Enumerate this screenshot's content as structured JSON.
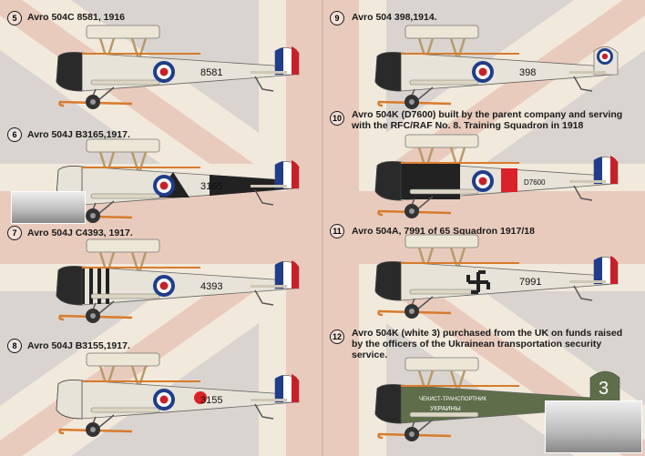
{
  "colors": {
    "roundel_blue": "#1f3d8a",
    "roundel_red": "#c8202a",
    "white": "#ffffff",
    "doped_linen": "#e9e4d8",
    "black": "#222222",
    "olive": "#5e6e4a",
    "orange_trim": "#d77b2c"
  },
  "entries": [
    {
      "number": "5",
      "caption": "Avro 504C 8581, 1916",
      "serial": "8581",
      "fuselage": "#e7e3d8",
      "nose": "#2a2a2a",
      "rudder": "tricolor"
    },
    {
      "number": "6",
      "caption": "Avro 504J B3165,1917.",
      "serial": "3165",
      "fuselage": "#e7e3d8",
      "nose": "#e7e3d8",
      "rudder": "tricolor",
      "rear": "#222222"
    },
    {
      "number": "7",
      "caption": "Avro 504J C4393, 1917.",
      "serial": "4393",
      "fuselage": "#e7e3d8",
      "nose": "#2a2a2a",
      "rudder": "tricolor",
      "stripes": true
    },
    {
      "number": "8",
      "caption": "Avro 504J B3155,1917.",
      "serial": "3155",
      "fuselage": "#e7e3d8",
      "nose": "#e7e3d8",
      "rudder": "tricolor",
      "dot": true
    },
    {
      "number": "9",
      "caption": "Avro 504 398,1914.",
      "serial": "398",
      "fuselage": "#e7e3d8",
      "nose": "#2a2a2a",
      "rudder": "roundel"
    },
    {
      "number": "10",
      "caption": "Avro 504K (D7600) built by the parent company and serving with the RFC/RAF No. 8. Training Squadron in 1918",
      "serial": "D7600",
      "fuselage": "#e7e3d8",
      "nose": "#2a2a2a",
      "rudder": "tricolor",
      "band": true
    },
    {
      "number": "11",
      "caption": "Avro 504A, 7991 of 65 Squadron 1917/18",
      "serial": "7991",
      "fuselage": "#e7e3d8",
      "nose": "#2a2a2a",
      "rudder": "tricolor",
      "swastika": true
    },
    {
      "number": "12",
      "caption": "Avro 504K (white 3) purchased from the UK on funds raised by the officers of the Ukrainean transportation security service.",
      "serial": "",
      "fuselage": "#5e6e4a",
      "nose": "#2a2a2a",
      "rudder": "three",
      "tail_number": "3",
      "fuselage_text_1": "ЧЕКИСТ-ТРАНСПОРТНИК",
      "fuselage_text_2": "УКРАИНЫ"
    }
  ]
}
